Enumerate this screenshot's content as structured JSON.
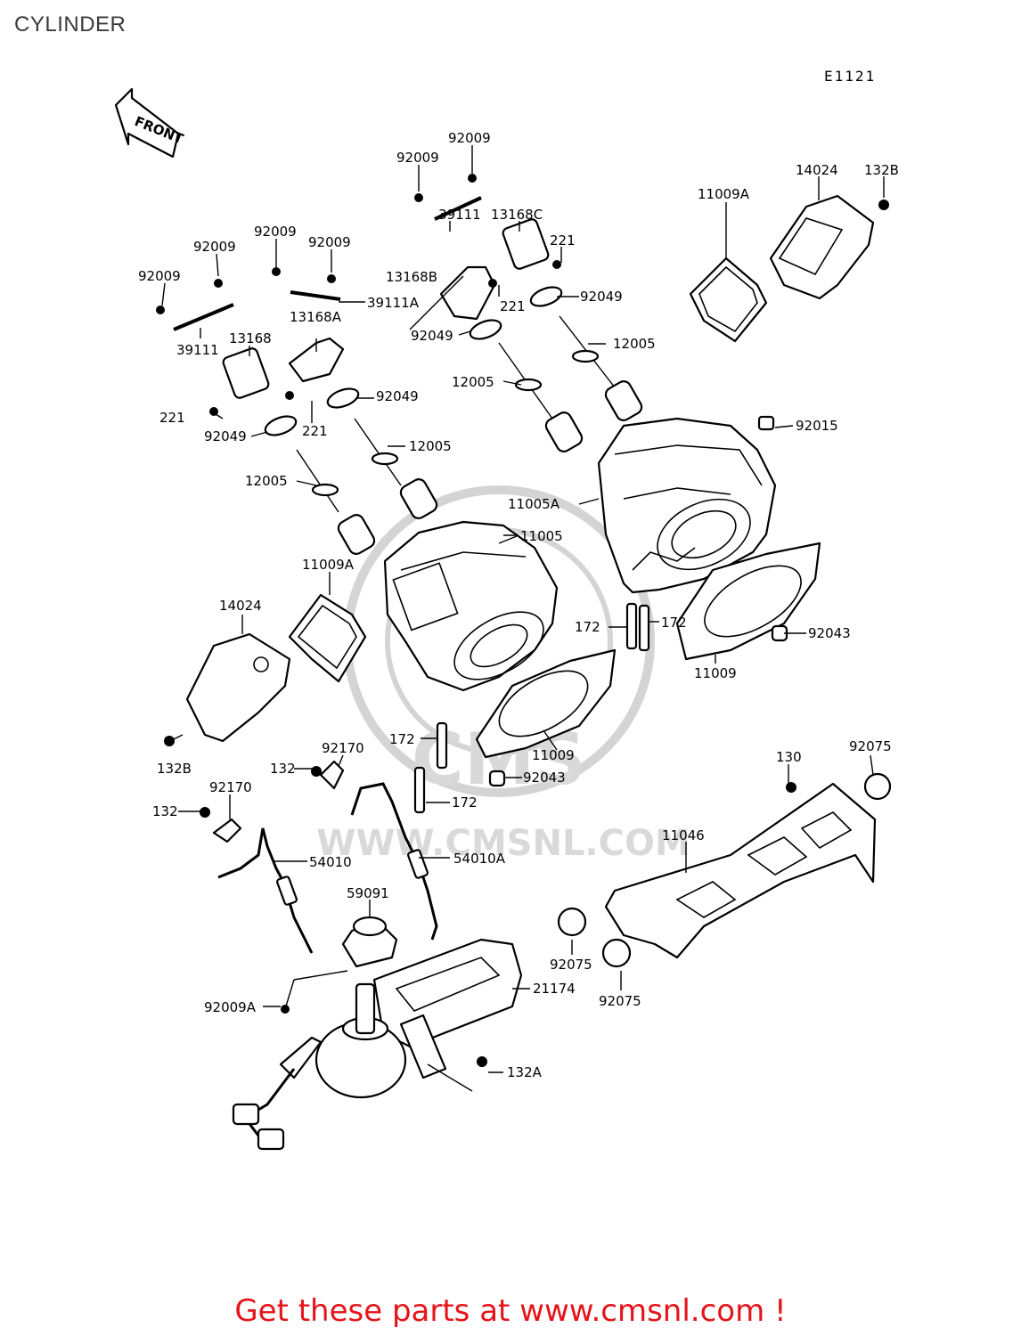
{
  "page": {
    "title": "CYLINDER",
    "diagram_code": "E1121",
    "footer_text": "Get these parts at www.cmsnl.com !"
  },
  "watermark": {
    "logo_text": "CMS",
    "url_text": "WWW.CMSNL.COM"
  },
  "front_arrow": {
    "label": "FRONT"
  },
  "part_labels": [
    "92009",
    "92009",
    "39111",
    "13168C",
    "221",
    "14024",
    "132B",
    "11009A",
    "92009",
    "92009",
    "92009",
    "92009",
    "39111A",
    "13168B",
    "221",
    "92049",
    "39111",
    "13168A",
    "13168",
    "92049",
    "12005",
    "12005",
    "221",
    "92049",
    "221",
    "92049",
    "12005",
    "12005",
    "92015",
    "11005A",
    "11005",
    "11009A",
    "14024",
    "172",
    "172",
    "92043",
    "11009",
    "172",
    "11009",
    "92043",
    "172",
    "132B",
    "132",
    "92170",
    "92170",
    "132",
    "130",
    "92075",
    "11046",
    "54010",
    "54010A",
    "59091",
    "92075",
    "92075",
    "21174",
    "92009A",
    "132A"
  ],
  "colors": {
    "footer": "#e4141a",
    "ink": "#000000",
    "watermark": "#d4d4d4"
  }
}
